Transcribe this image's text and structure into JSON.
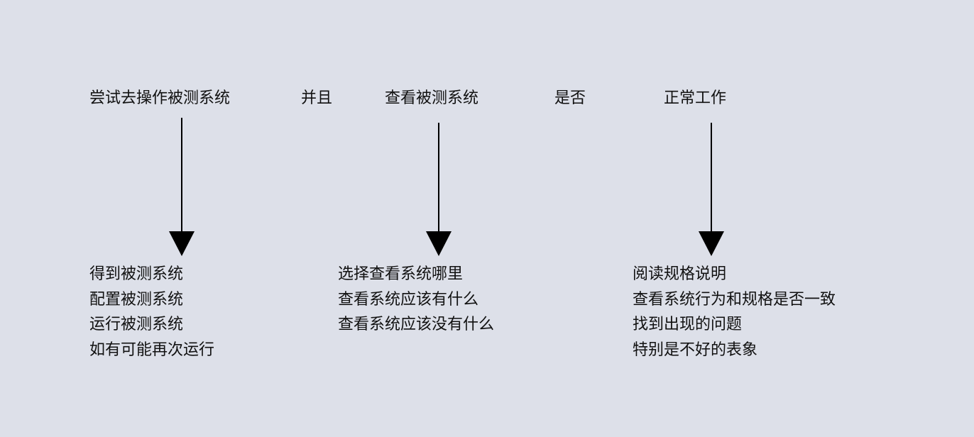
{
  "top_row": {
    "label_1": "尝试去操作被测系统",
    "label_2": "并且",
    "label_3": "查看被测系统",
    "label_4": "是否",
    "label_5": "正常工作"
  },
  "columns": {
    "col_1": [
      "得到被测系统",
      "配置被测系统",
      "运行被测系统",
      "如有可能再次运行"
    ],
    "col_2": [
      "选择查看系统哪里",
      "查看系统应该有什么",
      "查看系统应该没有什么"
    ],
    "col_3": [
      "阅读规格说明",
      "查看系统行为和规格是否一致",
      "找到出现的问题",
      "特别是不好的表象"
    ]
  },
  "colors": {
    "background": "#dde0e9",
    "arrow": "#000000",
    "text": "#111111"
  }
}
